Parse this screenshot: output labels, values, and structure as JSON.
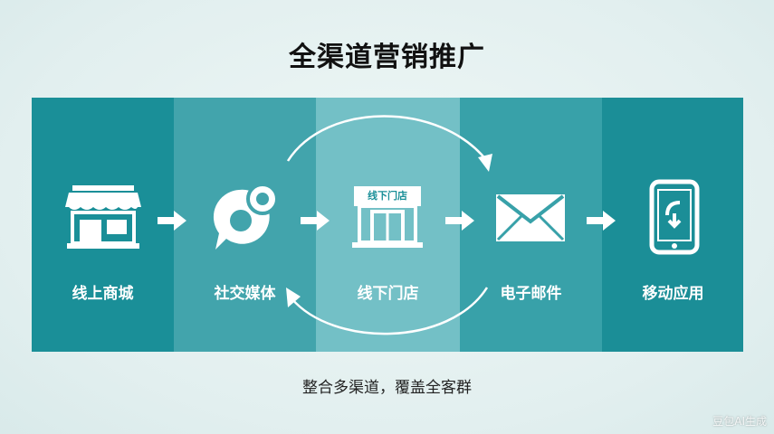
{
  "title": "全渠道营销推广",
  "channels": [
    {
      "label": "线上商城",
      "icon": "storefront-icon"
    },
    {
      "label": "社交媒体",
      "icon": "chat-bubble-icon"
    },
    {
      "label": "线下门店",
      "icon": "store-icon",
      "sign": "线下门店"
    },
    {
      "label": "电子邮件",
      "icon": "envelope-icon"
    },
    {
      "label": "移动应用",
      "icon": "smartphone-icon"
    }
  ],
  "subtitle": "整合多渠道，覆盖全客群",
  "watermark": "豆包AI生成",
  "colors": {
    "panel_dark": "#1a8f98",
    "panel_mid": "#42a4ac",
    "panel_light": "#73c0c6",
    "icon": "#ffffff"
  }
}
